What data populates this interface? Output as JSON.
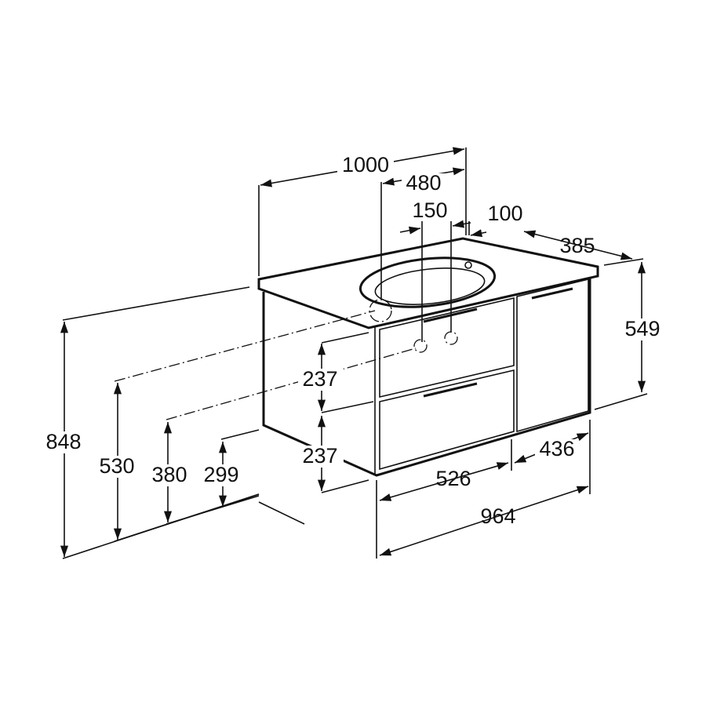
{
  "title": "Vanity unit dimension drawing",
  "colors": {
    "line": "#111111",
    "background": "#ffffff"
  },
  "dimensions": {
    "overall_width": "1000",
    "basin_center_offset": "480",
    "tap_spacing": "150",
    "tap_offset": "100",
    "depth": "385",
    "cabinet_height": "549",
    "drawer_top_height": "237",
    "drawer_bottom_height": "237",
    "total_height": "848",
    "waste_height": "530",
    "supply_height": "380",
    "bottom_height": "299",
    "drawer_width": "526",
    "door_width": "436",
    "cabinet_width": "964"
  }
}
